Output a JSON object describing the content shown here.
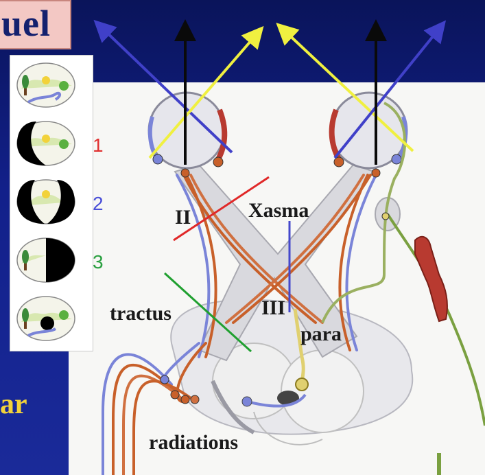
{
  "slide": {
    "title_fragment": "uel",
    "subtitle_fragment": "ar"
  },
  "thumbnails": [
    {
      "number": "",
      "number_color": ""
    },
    {
      "number": "1",
      "number_color": "#e03030"
    },
    {
      "number": "2",
      "number_color": "#4a4fd8"
    },
    {
      "number": "3",
      "number_color": "#2aa040"
    },
    {
      "number": "",
      "number_color": ""
    }
  ],
  "labels": {
    "nerve": "II",
    "chiasm": "Xasma",
    "tract": "tractus",
    "nucleus": "III",
    "para": "para",
    "radiations": "radiations"
  },
  "colors": {
    "arrow_blue": "#4040c8",
    "arrow_yellow": "#f0f040",
    "arrow_black": "#0a0a0a",
    "lesion_1": "#e02828",
    "lesion_2": "#4448cc",
    "lesion_3": "#20a030",
    "fiber_orange": "#c8602a",
    "fiber_blue": "#7a84d8",
    "fiber_yellow": "#e0d070",
    "nerve_green": "#7aa040",
    "artery_red": "#b83a30"
  }
}
